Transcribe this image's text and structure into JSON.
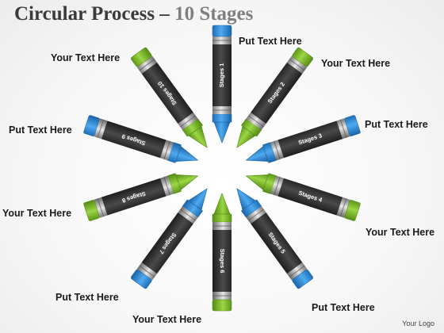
{
  "title": {
    "main": "Circular Process –",
    "sub": "10 Stages"
  },
  "colors": {
    "blue": "#2f8fdc",
    "green": "#7ab828",
    "body": "#3f3f3f"
  },
  "stages": [
    {
      "label": "Stages 1",
      "color": "blue",
      "tip": "blue-crayon-tip-icon"
    },
    {
      "label": "Stages 2",
      "color": "green",
      "tip": "green-crayon-tip-icon"
    },
    {
      "label": "Stages 3",
      "color": "blue",
      "tip": "blue-crayon-tip-icon"
    },
    {
      "label": "Stages 4",
      "color": "green",
      "tip": "green-crayon-tip-icon"
    },
    {
      "label": "Stages 5",
      "color": "blue",
      "tip": "blue-crayon-tip-icon"
    },
    {
      "label": "Stages 6",
      "color": "green",
      "tip": "green-crayon-tip-icon"
    },
    {
      "label": "Stages 7",
      "color": "blue",
      "tip": "blue-crayon-tip-icon"
    },
    {
      "label": "Stages 8",
      "color": "green",
      "tip": "green-crayon-tip-icon"
    },
    {
      "label": "Stages 9",
      "color": "blue",
      "tip": "blue-crayon-tip-icon"
    },
    {
      "label": "Stages 10",
      "color": "green",
      "tip": "green-crayon-tip-icon"
    }
  ],
  "labels": [
    "Put Text Here",
    "Your Text Here",
    "Put Text Here",
    "Your Text Here",
    "Put Text Here",
    "Your Text Here",
    "Put Text Here",
    "Your Text Here",
    "Put Text Here",
    "Your Text Here"
  ],
  "logo": "Your Logo"
}
